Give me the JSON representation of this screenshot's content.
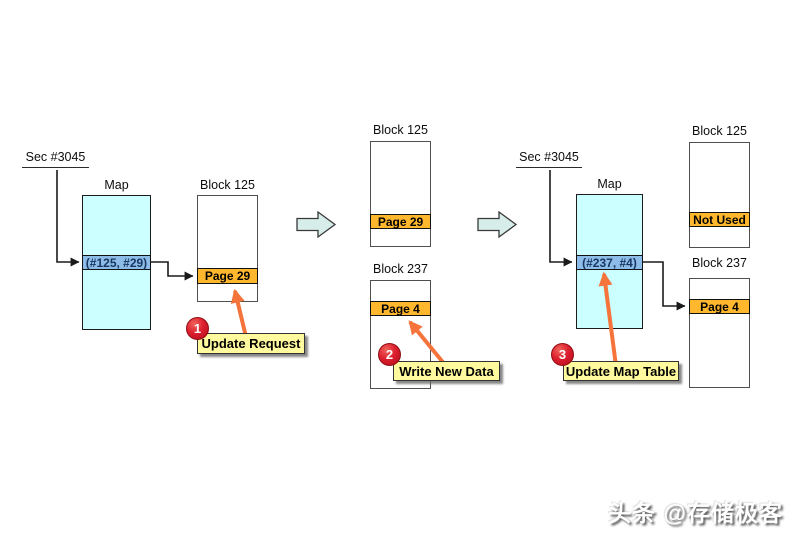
{
  "diagram": {
    "panel1": {
      "sector": "Sec #3045",
      "map_title": "Map",
      "map_entry": "(#125, #29)",
      "block1_title": "Block 125",
      "block1_page": "Page 29",
      "callout_num": "1",
      "callout_label": "Update Request"
    },
    "panel2": {
      "block1_title": "Block 125",
      "block1_page": "Page 29",
      "block2_title": "Block 237",
      "block2_page": "Page 4",
      "callout_num": "2",
      "callout_label": "Write New Data"
    },
    "panel3": {
      "sector": "Sec #3045",
      "map_title": "Map",
      "map_entry": "(#237, #4)",
      "block1_title": "Block 125",
      "block1_row": "Not Used",
      "block2_title": "Block 237",
      "block2_page": "Page 4",
      "callout_num": "3",
      "callout_label": "Update Map Table"
    },
    "watermark": "头条 @存储极客",
    "colors": {
      "map_fill": "#CCFFFF",
      "entry_fill": "#8EBCE9",
      "entry_text": "#17375E",
      "page_fill": "#FFB82E",
      "callout_fill": "#FFFA9E",
      "flow_arrow_fill": "#D6EDE9",
      "annotation_arrow": "#F4743B",
      "connector": "#1a1a1a"
    }
  }
}
